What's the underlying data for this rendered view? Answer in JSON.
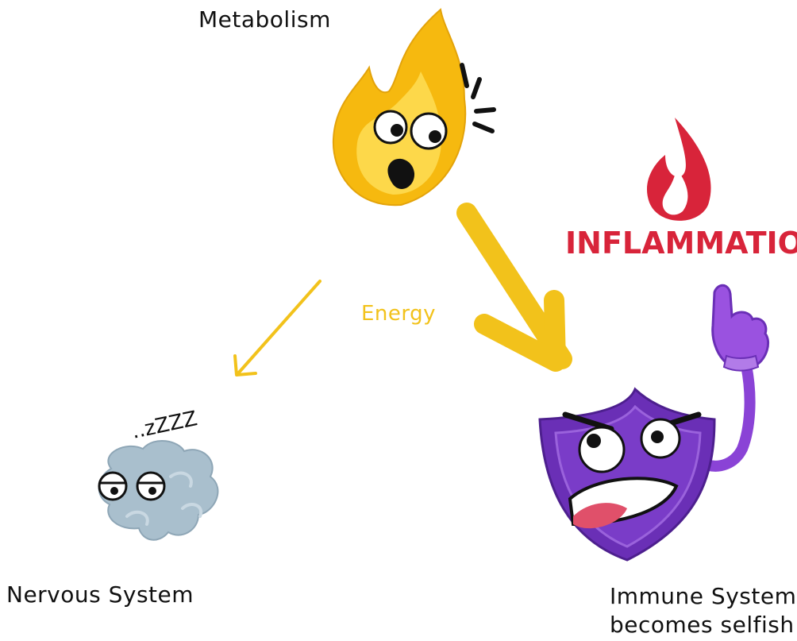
{
  "labels": {
    "metabolism": "Metabolism",
    "energy": "Energy",
    "nervous_system": "Nervous System",
    "immune_line1": "Immune System",
    "immune_line2": "becomes selfish",
    "inflammation": "INFLAMMATION",
    "snore": "..zZZZ"
  },
  "icons": [
    "fire-character-icon",
    "flame-icon",
    "brain-character-icon",
    "shield-character-icon",
    "pointing-hand-icon"
  ],
  "colors": {
    "energy_yellow": "#f2c21b",
    "flame_yellow": "#fbc92a",
    "inflammation_red": "#d8243a",
    "brain_blue": "#a9bfcd",
    "shield_purple": "#6a2fb6",
    "hand_purple": "#9a52e0"
  }
}
